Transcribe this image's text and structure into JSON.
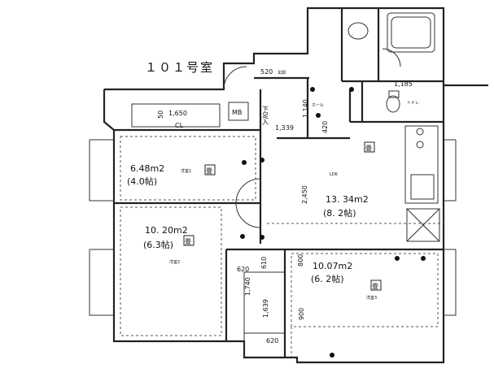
{
  "unit_title": "１０１号室",
  "rooms": {
    "room1_area": "6.48m2",
    "room1_tatami": "(4.0帖)",
    "room1_tag": "洋室1",
    "room2_area": "10. 20m2",
    "room2_tatami": "(6.3帖)",
    "room2_tag": "洋室2",
    "ldk_area": "13. 34m2",
    "ldk_tatami": "(8. 2帖)",
    "ldk_label": "LDK",
    "room3_area": "10.07m2",
    "room3_tatami": "(6. 2帖)",
    "room3_tag": "洋室3"
  },
  "labels": {
    "closet": "CL",
    "mb": "MB",
    "genkan": "玄関",
    "hall": "ホール",
    "rouka": "下足入",
    "toilet": "トイレ"
  },
  "dimensions": {
    "cl_width": "1,650",
    "cl_depth": "50",
    "entry_520": "520",
    "hall_1140": "1,140",
    "hall_1339": "1,339",
    "hall_420": "420",
    "ldk_2450": "2,450",
    "toilet_1185": "1,185",
    "store_620a": "620",
    "store_1740": "1,740",
    "store_610": "610",
    "store_1639": "1,639",
    "store_800": "800",
    "store_900": "900",
    "store_620b": "620"
  },
  "symbols": {
    "tatami_mark": "畳"
  }
}
